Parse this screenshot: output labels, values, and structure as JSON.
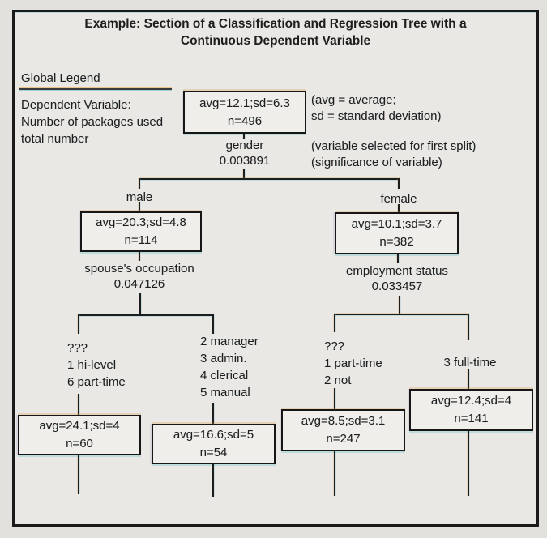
{
  "title": {
    "line1": "Example: Section of a Classification and Regression Tree with a",
    "line2": "Continuous Dependent Variable"
  },
  "legend": {
    "heading": "Global Legend",
    "dependent_variable_lines": [
      "Dependent Variable:",
      "Number of packages used",
      "total number"
    ],
    "stats_note_lines": [
      "(avg = average;",
      "sd = standard deviation)"
    ],
    "split_note_lines": [
      "(variable selected for first split)",
      "(significance of variable)"
    ]
  },
  "tree": {
    "root": {
      "stats": "avg=12.1;sd=6.3",
      "n": "n=496",
      "split_variable": "gender",
      "significance": "0.003891"
    },
    "male": {
      "branch_label": "male",
      "stats": "avg=20.3;sd=4.8",
      "n": "n=114",
      "split_variable": "spouse's occupation",
      "significance": "0.047126"
    },
    "female": {
      "branch_label": "female",
      "stats": "avg=10.1;sd=3.7",
      "n": "n=382",
      "split_variable": "employment status",
      "significance": "0.033457"
    },
    "leaves": [
      {
        "labels": [
          "???",
          "1 hi-level",
          "6 part-time"
        ],
        "stats": "avg=24.1;sd=4",
        "n": "n=60"
      },
      {
        "labels": [
          "2 manager",
          "3 admin.",
          "4 clerical",
          "5 manual"
        ],
        "stats": "avg=16.6;sd=5",
        "n": "n=54"
      },
      {
        "labels": [
          "???",
          "1 part-time",
          "2 not"
        ],
        "stats": "avg=8.5;sd=3.1",
        "n": "n=247"
      },
      {
        "labels": [
          "3 full-time"
        ],
        "stats": "avg=12.4;sd=4",
        "n": "n=141"
      }
    ]
  },
  "colors": {
    "ink": "#1e1e1e",
    "line": "#1d1d1d",
    "paper": "#e9e8e4",
    "box_fill": "#efeeea"
  }
}
